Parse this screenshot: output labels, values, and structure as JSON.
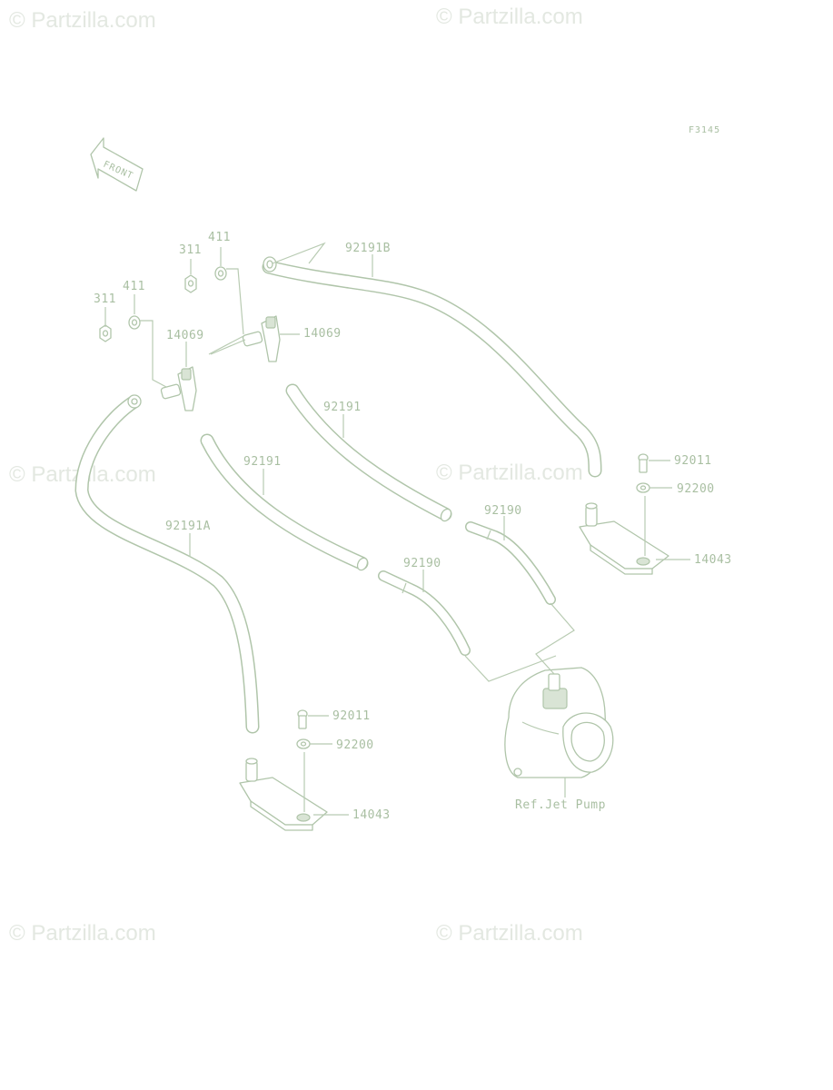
{
  "watermarks": [
    "© Partzilla.com",
    "© Partzilla.com",
    "© Partzilla.com",
    "© Partzilla.com",
    "© Partzilla.com",
    "© Partzilla.com"
  ],
  "figure_code": "F3145",
  "front_label": "FRONT",
  "labels": {
    "p311_a": "311",
    "p411_a": "411",
    "p311_b": "311",
    "p411_b": "411",
    "p14069_a": "14069",
    "p14069_b": "14069",
    "p92191B": "92191B",
    "p92191_a": "92191",
    "p92191_b": "92191",
    "p92191A": "92191A",
    "p92190_a": "92190",
    "p92190_b": "92190",
    "p92011_a": "92011",
    "p92200_a": "92200",
    "p14043_a": "14043",
    "p92011_b": "92011",
    "p92200_b": "92200",
    "p14043_b": "14043",
    "ref_jet_pump": "Ref.Jet Pump"
  },
  "colors": {
    "linework": "#b0c5aa",
    "labels": "#a9bfa2",
    "watermark": "#e3e8e1"
  }
}
